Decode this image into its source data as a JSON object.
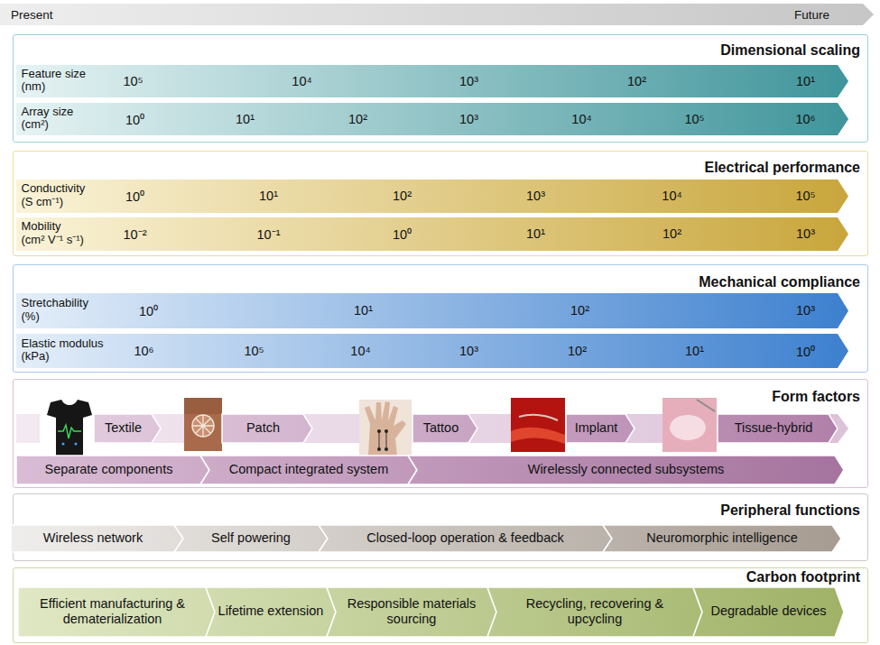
{
  "diagram": {
    "nodes": [
      {
        "text": [
          "Present",
          "Future"
        ]
      },
      {
        "text": [
          "Dimensional scaling"
        ]
      },
      {
        "text": [
          "Feature size (nm)",
          "10⁵",
          "10⁴",
          "10³",
          "10²",
          "10¹"
        ],
        "in": 1
      },
      {
        "text": [
          "Array size (cm²)",
          "10⁰",
          "10¹",
          "10²",
          "10³",
          "10⁴",
          "10⁵",
          "10⁶"
        ],
        "in": 1
      },
      {
        "text": [
          "Electrical performance"
        ]
      },
      {
        "text": [
          "Conductivity (S cm⁻¹)",
          "10⁰",
          "10¹",
          "10²",
          "10³",
          "10⁴",
          "10⁵"
        ],
        "in": 4
      },
      {
        "text": [
          "Mobility (cm² V⁻¹ s⁻¹)",
          "10⁻²",
          "10⁻¹",
          "10⁰",
          "10¹",
          "10²",
          "10³"
        ],
        "in": 4
      },
      {
        "text": [
          "Mechanical compliance"
        ]
      },
      {
        "text": [
          "Stretchability (%)",
          "10⁰",
          "10¹",
          "10²",
          "10³"
        ],
        "in": 7
      },
      {
        "text": [
          "Elastic modulus (kPa)",
          "10⁶",
          "10⁵",
          "10⁴",
          "10³",
          "10²",
          "10¹",
          "10⁰"
        ],
        "in": 7
      },
      {
        "text": [
          "Form factors"
        ]
      },
      {
        "text": [
          "Textile"
        ],
        "in": 10
      },
      {
        "text": [
          "Patch"
        ],
        "in": 10
      },
      {
        "text": [
          "Tattoo"
        ],
        "in": 10
      },
      {
        "text": [
          "Implant"
        ],
        "in": 10
      },
      {
        "text": [
          "Tissue-hybrid"
        ],
        "in": 10
      },
      {
        "text": [
          "Separate components"
        ],
        "in": 10
      },
      {
        "text": [
          "Compact integrated system"
        ],
        "in": 10
      },
      {
        "text": [
          "Wirelessly connected subsystems"
        ],
        "in": 10
      },
      {
        "text": [
          "Peripheral functions"
        ]
      },
      {
        "text": [
          "Wireless network"
        ],
        "in": 19
      },
      {
        "text": [
          "Self powering"
        ],
        "in": 19
      },
      {
        "text": [
          "Closed-loop operation & feedback"
        ],
        "in": 19
      },
      {
        "text": [
          "Neuromorphic intelligence"
        ],
        "in": 19
      },
      {
        "text": [
          "Carbon footprint"
        ]
      },
      {
        "text": [
          "Efficient manufacturing & dematerialization"
        ],
        "in": 24
      },
      {
        "text": [
          "Lifetime extension"
        ],
        "in": 24
      },
      {
        "text": [
          "Responsible materials sourcing"
        ],
        "in": 24
      },
      {
        "text": [
          "Recycling, recovering & upcycling"
        ],
        "in": 24
      },
      {
        "text": [
          "Degradable devices"
        ],
        "in": 24
      }
    ]
  }
}
